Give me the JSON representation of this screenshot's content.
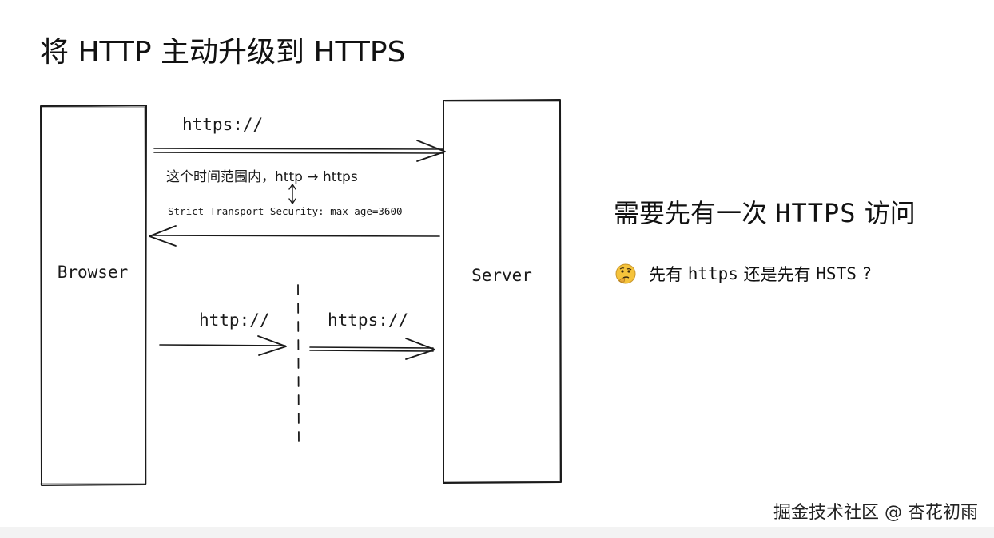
{
  "title": "将 HTTP 主动升级到 HTTPS",
  "diagram": {
    "browser_label": "Browser",
    "server_label": "Server",
    "arrow1_label": "https://",
    "range_note": "这个时间范围内，http → https",
    "header_label": "Strict-Transport-Security: max-age=3600",
    "arrow3_label": "http://",
    "arrow4_label": "https://"
  },
  "side": {
    "heading_prefix": "需要先有一次",
    "heading_code": "HTTPS",
    "heading_suffix": "访问",
    "question_icon": "thinking-face-icon",
    "question_prefix": "先有",
    "question_code1": "https",
    "question_mid": "还是先有",
    "question_code2": "HSTS",
    "question_mark": "?"
  },
  "watermark": "掘金技术社区 @ 杏花初雨",
  "colors": {
    "stroke": "#1a1a1a",
    "emoji": "#f5c33b"
  }
}
